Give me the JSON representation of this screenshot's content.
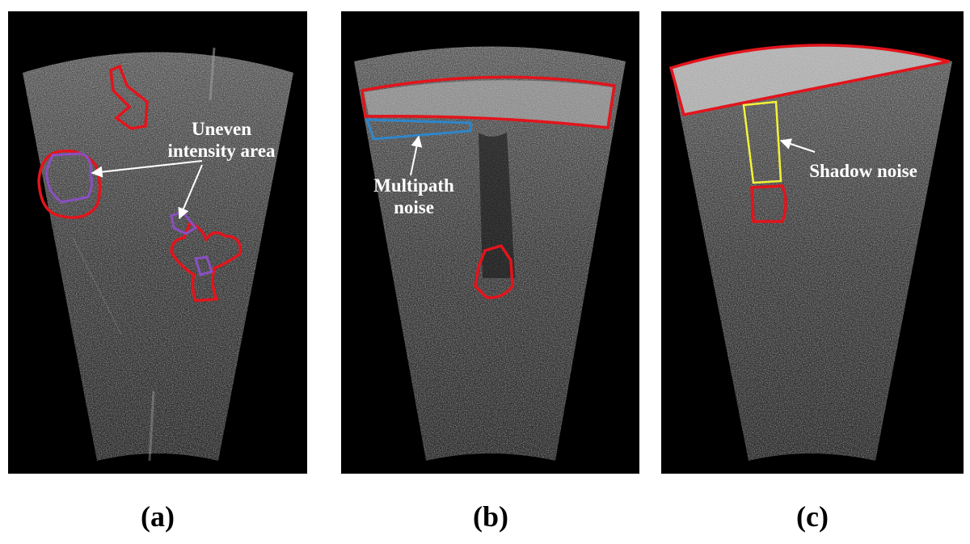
{
  "panels": [
    {
      "caption": "(a)",
      "annotations": [
        "Uneven",
        "intensity area"
      ]
    },
    {
      "caption": "(b)",
      "annotations": [
        "Multipath",
        "noise"
      ]
    },
    {
      "caption": "(c)",
      "annotations": [
        "Shadow noise"
      ]
    }
  ],
  "colors": {
    "target_outline": "#e3141c",
    "uneven_outline": "#8a4fc2",
    "multipath_outline": "#2f86c9",
    "shadow_outline": "#f4f23a",
    "panel_background": "#000000",
    "annotation_text": "#ffffff"
  }
}
